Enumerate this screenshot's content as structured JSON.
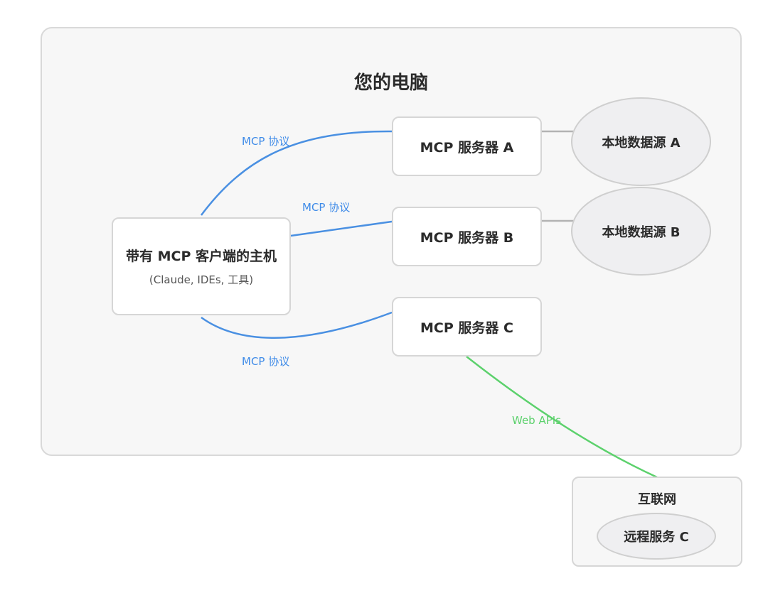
{
  "computer": {
    "title": "您的电脑"
  },
  "host": {
    "title": "带有 MCP 客户端的主机",
    "subtitle": "(Claude, IDEs, 工具)"
  },
  "servers": [
    {
      "label": "MCP 服务器 A"
    },
    {
      "label": "MCP 服务器 B"
    },
    {
      "label": "MCP 服务器 C"
    }
  ],
  "data_sources": [
    {
      "label": "本地数据源 A"
    },
    {
      "label": "本地数据源 B"
    }
  ],
  "edge_labels": {
    "protocol_a": "MCP 协议",
    "protocol_b": "MCP 协议",
    "protocol_c": "MCP 协议",
    "web_apis": "Web APIs"
  },
  "internet": {
    "title": "互联网",
    "remote_service": "远程服务 C"
  },
  "colors": {
    "protocol_link": "#4a90e2",
    "web_link": "#5cd16c",
    "local_link": "#b3b3b3"
  }
}
